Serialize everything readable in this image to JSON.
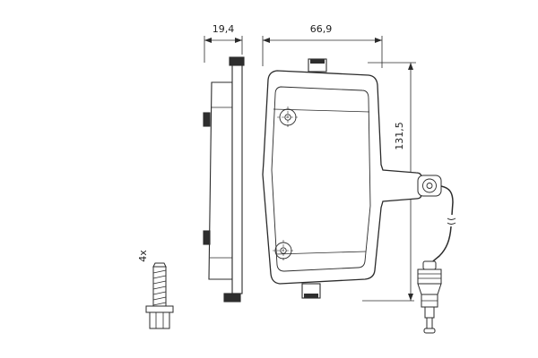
{
  "dimensions": {
    "thickness": "19,4",
    "width": "66,9",
    "height": "131,5"
  },
  "labels": {
    "bolt_quantity": "4x"
  },
  "colors": {
    "line": "#2b2b2b",
    "background": "#ffffff"
  }
}
